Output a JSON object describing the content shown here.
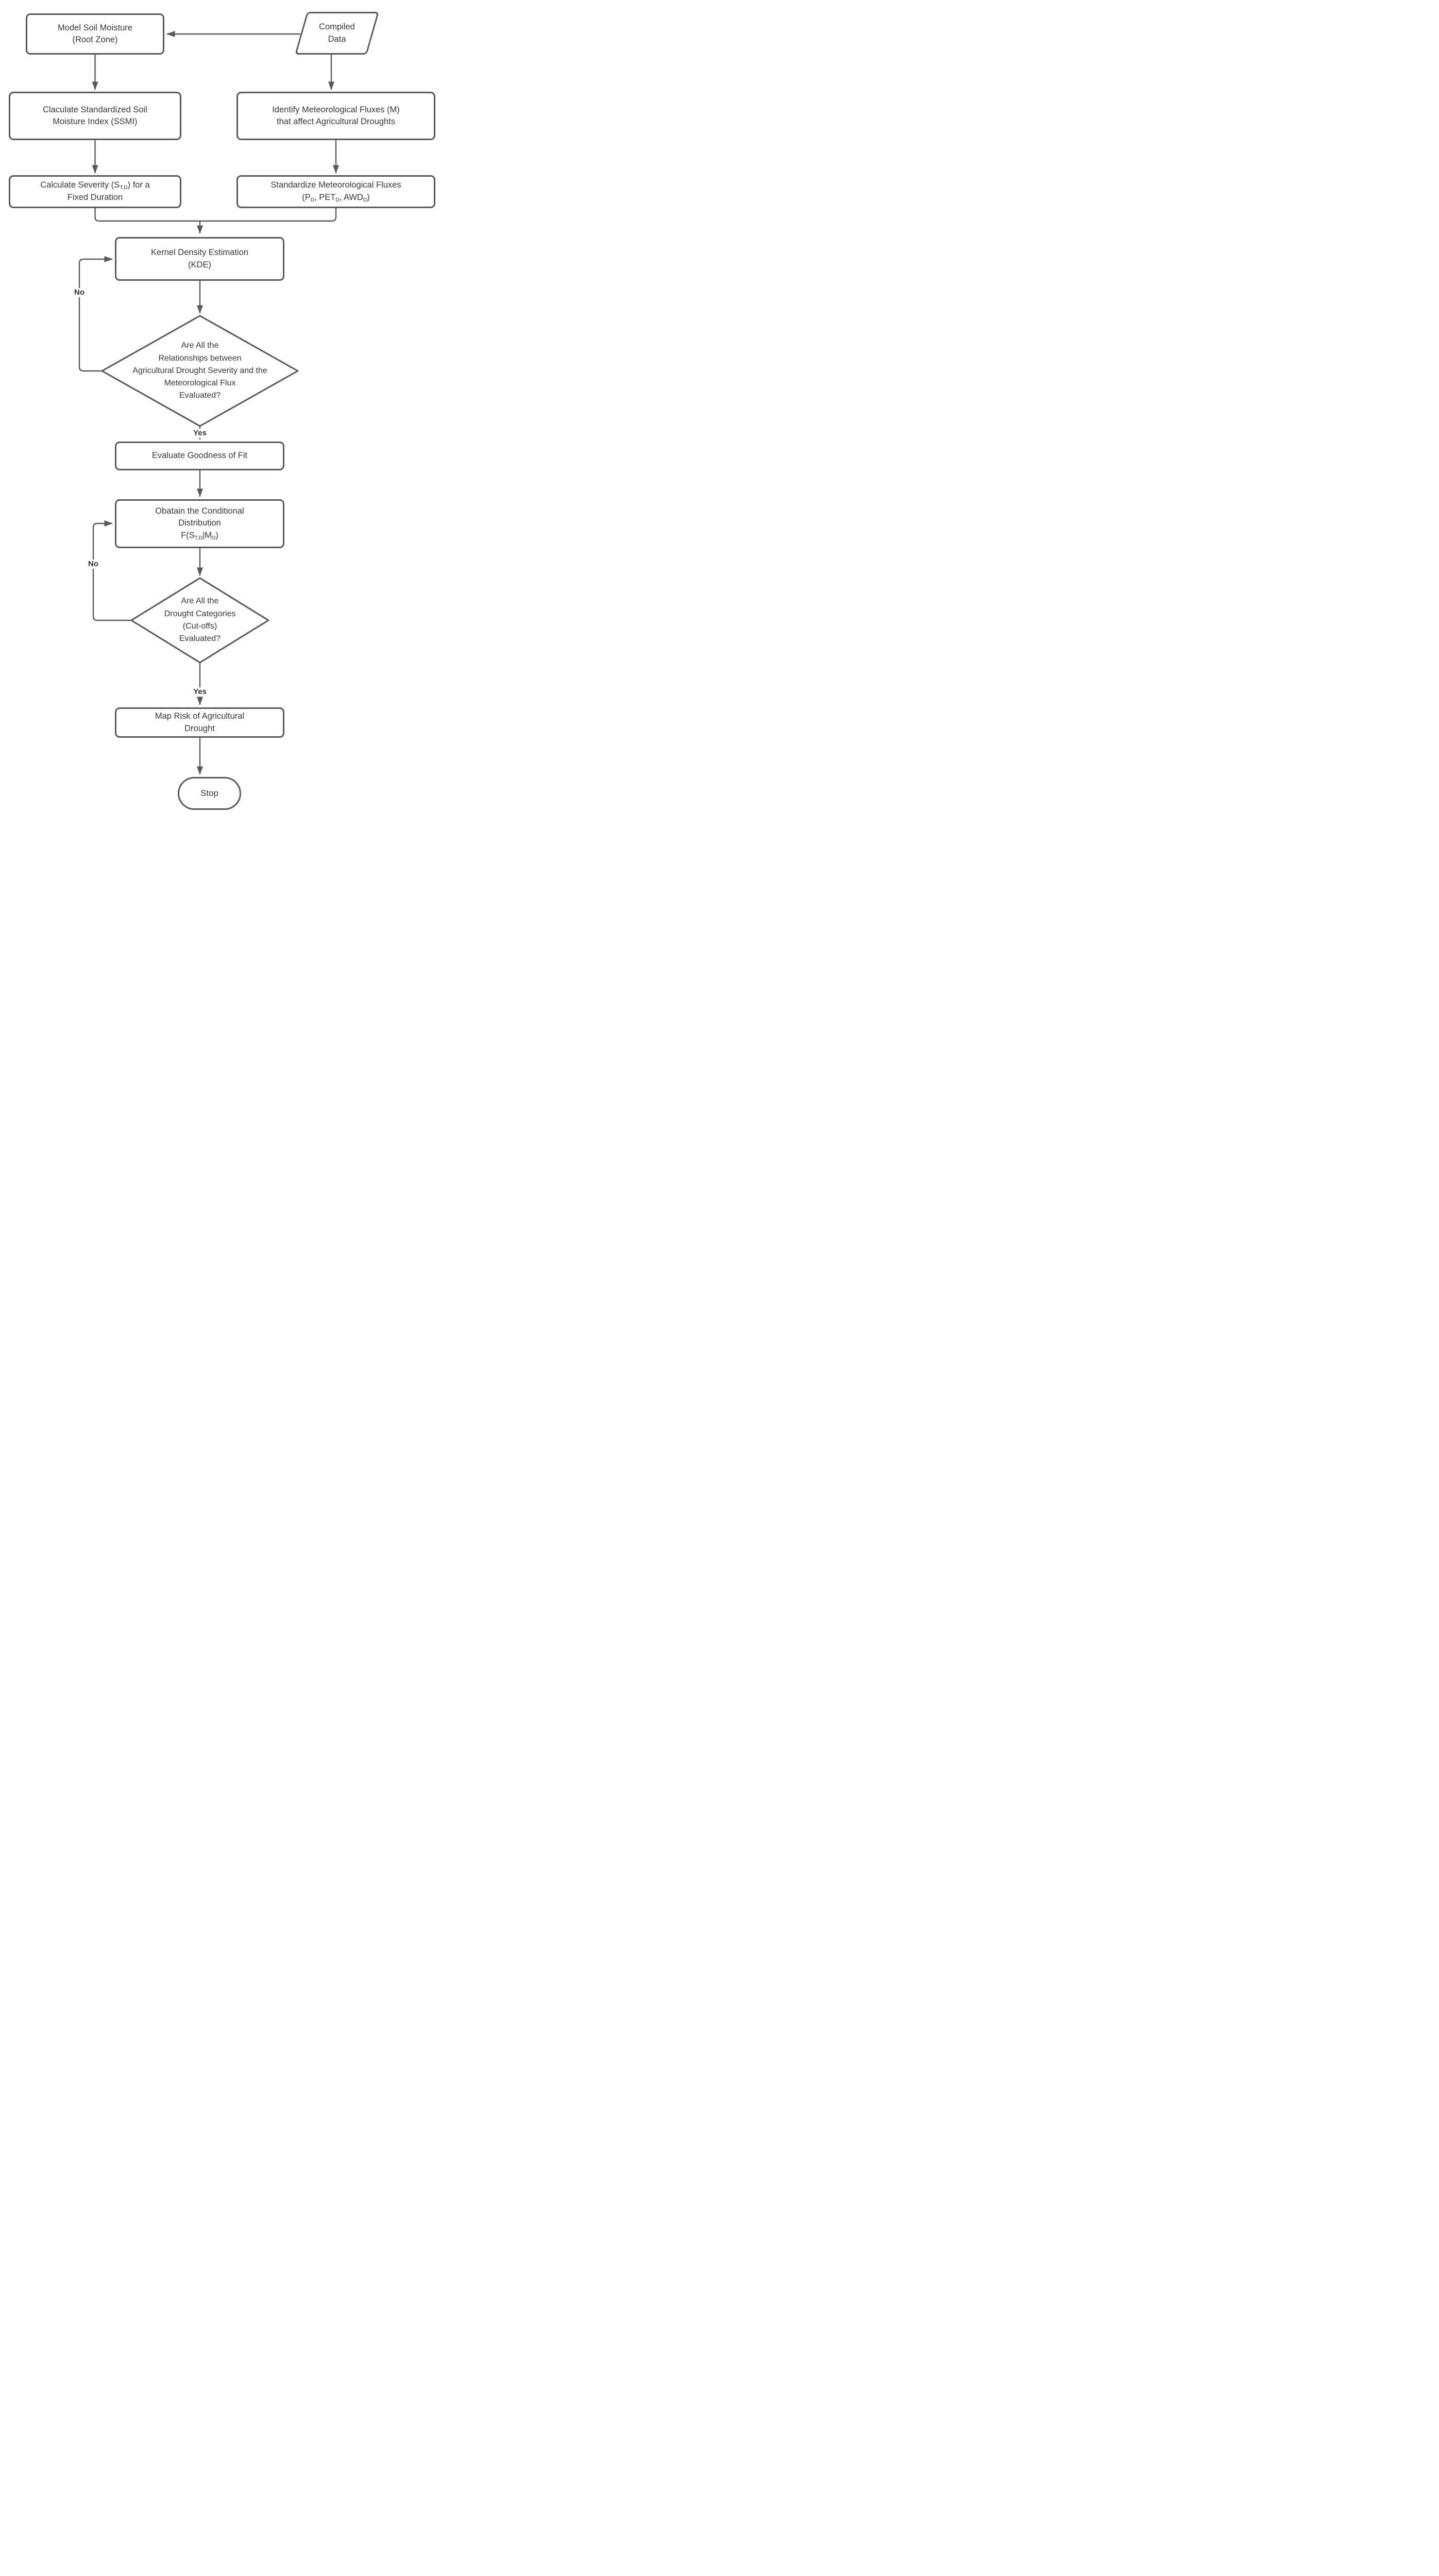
{
  "diagram": {
    "title": "Agricultural drought risk mapping flowchart",
    "colors": {
      "stroke": "#595959",
      "text": "#383838",
      "background": "#ffffff"
    },
    "nodes": {
      "model": {
        "line1": "Model Soil Moisture",
        "line2": "(Root Zone)"
      },
      "compiled": {
        "line1": "Compiled",
        "line2": "Data"
      },
      "ssmi": {
        "line1": "Claculate Standardized Soil",
        "line2": "Moisture Index (SSMI)"
      },
      "identify": {
        "line1": "Identify Meteorological Fluxes (M)",
        "line2": "that affect Agricultural Droughts"
      },
      "severity": {
        "pre": "Calculate Severity (S",
        "sub": "T,D",
        "post": ") for a",
        "line2": "Fixed Duration"
      },
      "standardize": {
        "line1": "Standardize Meteorological Fluxes",
        "p_pre": "(P",
        "sub_d": "D",
        "pet_pre": ", PET",
        "awd_pre": ", AWD",
        "close": ")"
      },
      "kde": {
        "line1": "Kernel Density Estimation",
        "line2": "(KDE)"
      },
      "decision1": {
        "lines": [
          "Are All the",
          "Relationships between",
          "Agricultural Drought Severity and the",
          "Meteorological Flux",
          "Evaluated?"
        ]
      },
      "fit": {
        "line1": "Evaluate Goodness of Fit"
      },
      "conditional": {
        "line1": "Obatain the Conditional",
        "line2": "Distribution",
        "f_pre": "F(S",
        "sub1": "T,D",
        "mid": "|M",
        "sub2": "D",
        "close": ")"
      },
      "decision2": {
        "lines": [
          "Are All the",
          "Drought Categories",
          "(Cut-offs)",
          "Evaluated?"
        ]
      },
      "map": {
        "line1": "Map Risk of Agricultural",
        "line2": "Drought"
      },
      "stop": {
        "label": "Stop"
      }
    },
    "edge_labels": {
      "no1": "No",
      "yes1": "Yes",
      "no2": "No",
      "yes2": "Yes"
    }
  }
}
